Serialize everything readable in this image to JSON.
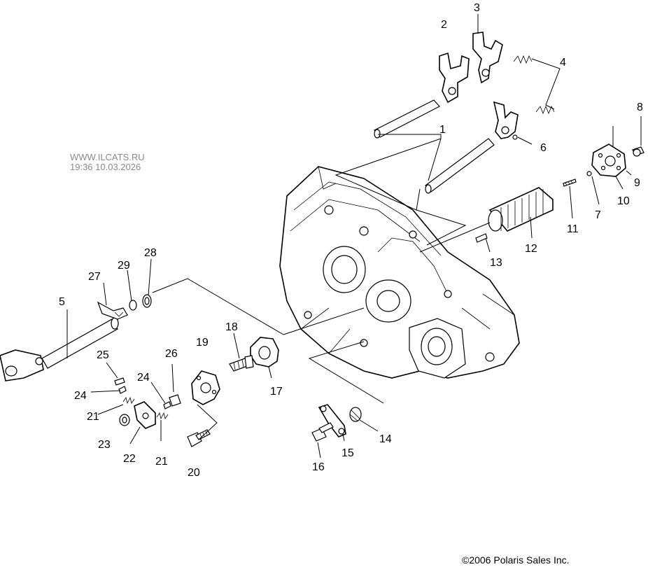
{
  "watermark": {
    "site": "WWW.ILCATS.RU",
    "datetime": "19:36 10.03.2026"
  },
  "copyright": "©2006 Polaris Sales Inc.",
  "callouts": [
    "1",
    "2",
    "3",
    "4",
    "5",
    "6",
    "7",
    "8",
    "9",
    "10",
    "11",
    "12",
    "13",
    "14",
    "15",
    "16",
    "17",
    "18",
    "19",
    "20",
    "21",
    "21",
    "22",
    "23",
    "24",
    "24",
    "25",
    "26",
    "27",
    "28",
    "29"
  ]
}
